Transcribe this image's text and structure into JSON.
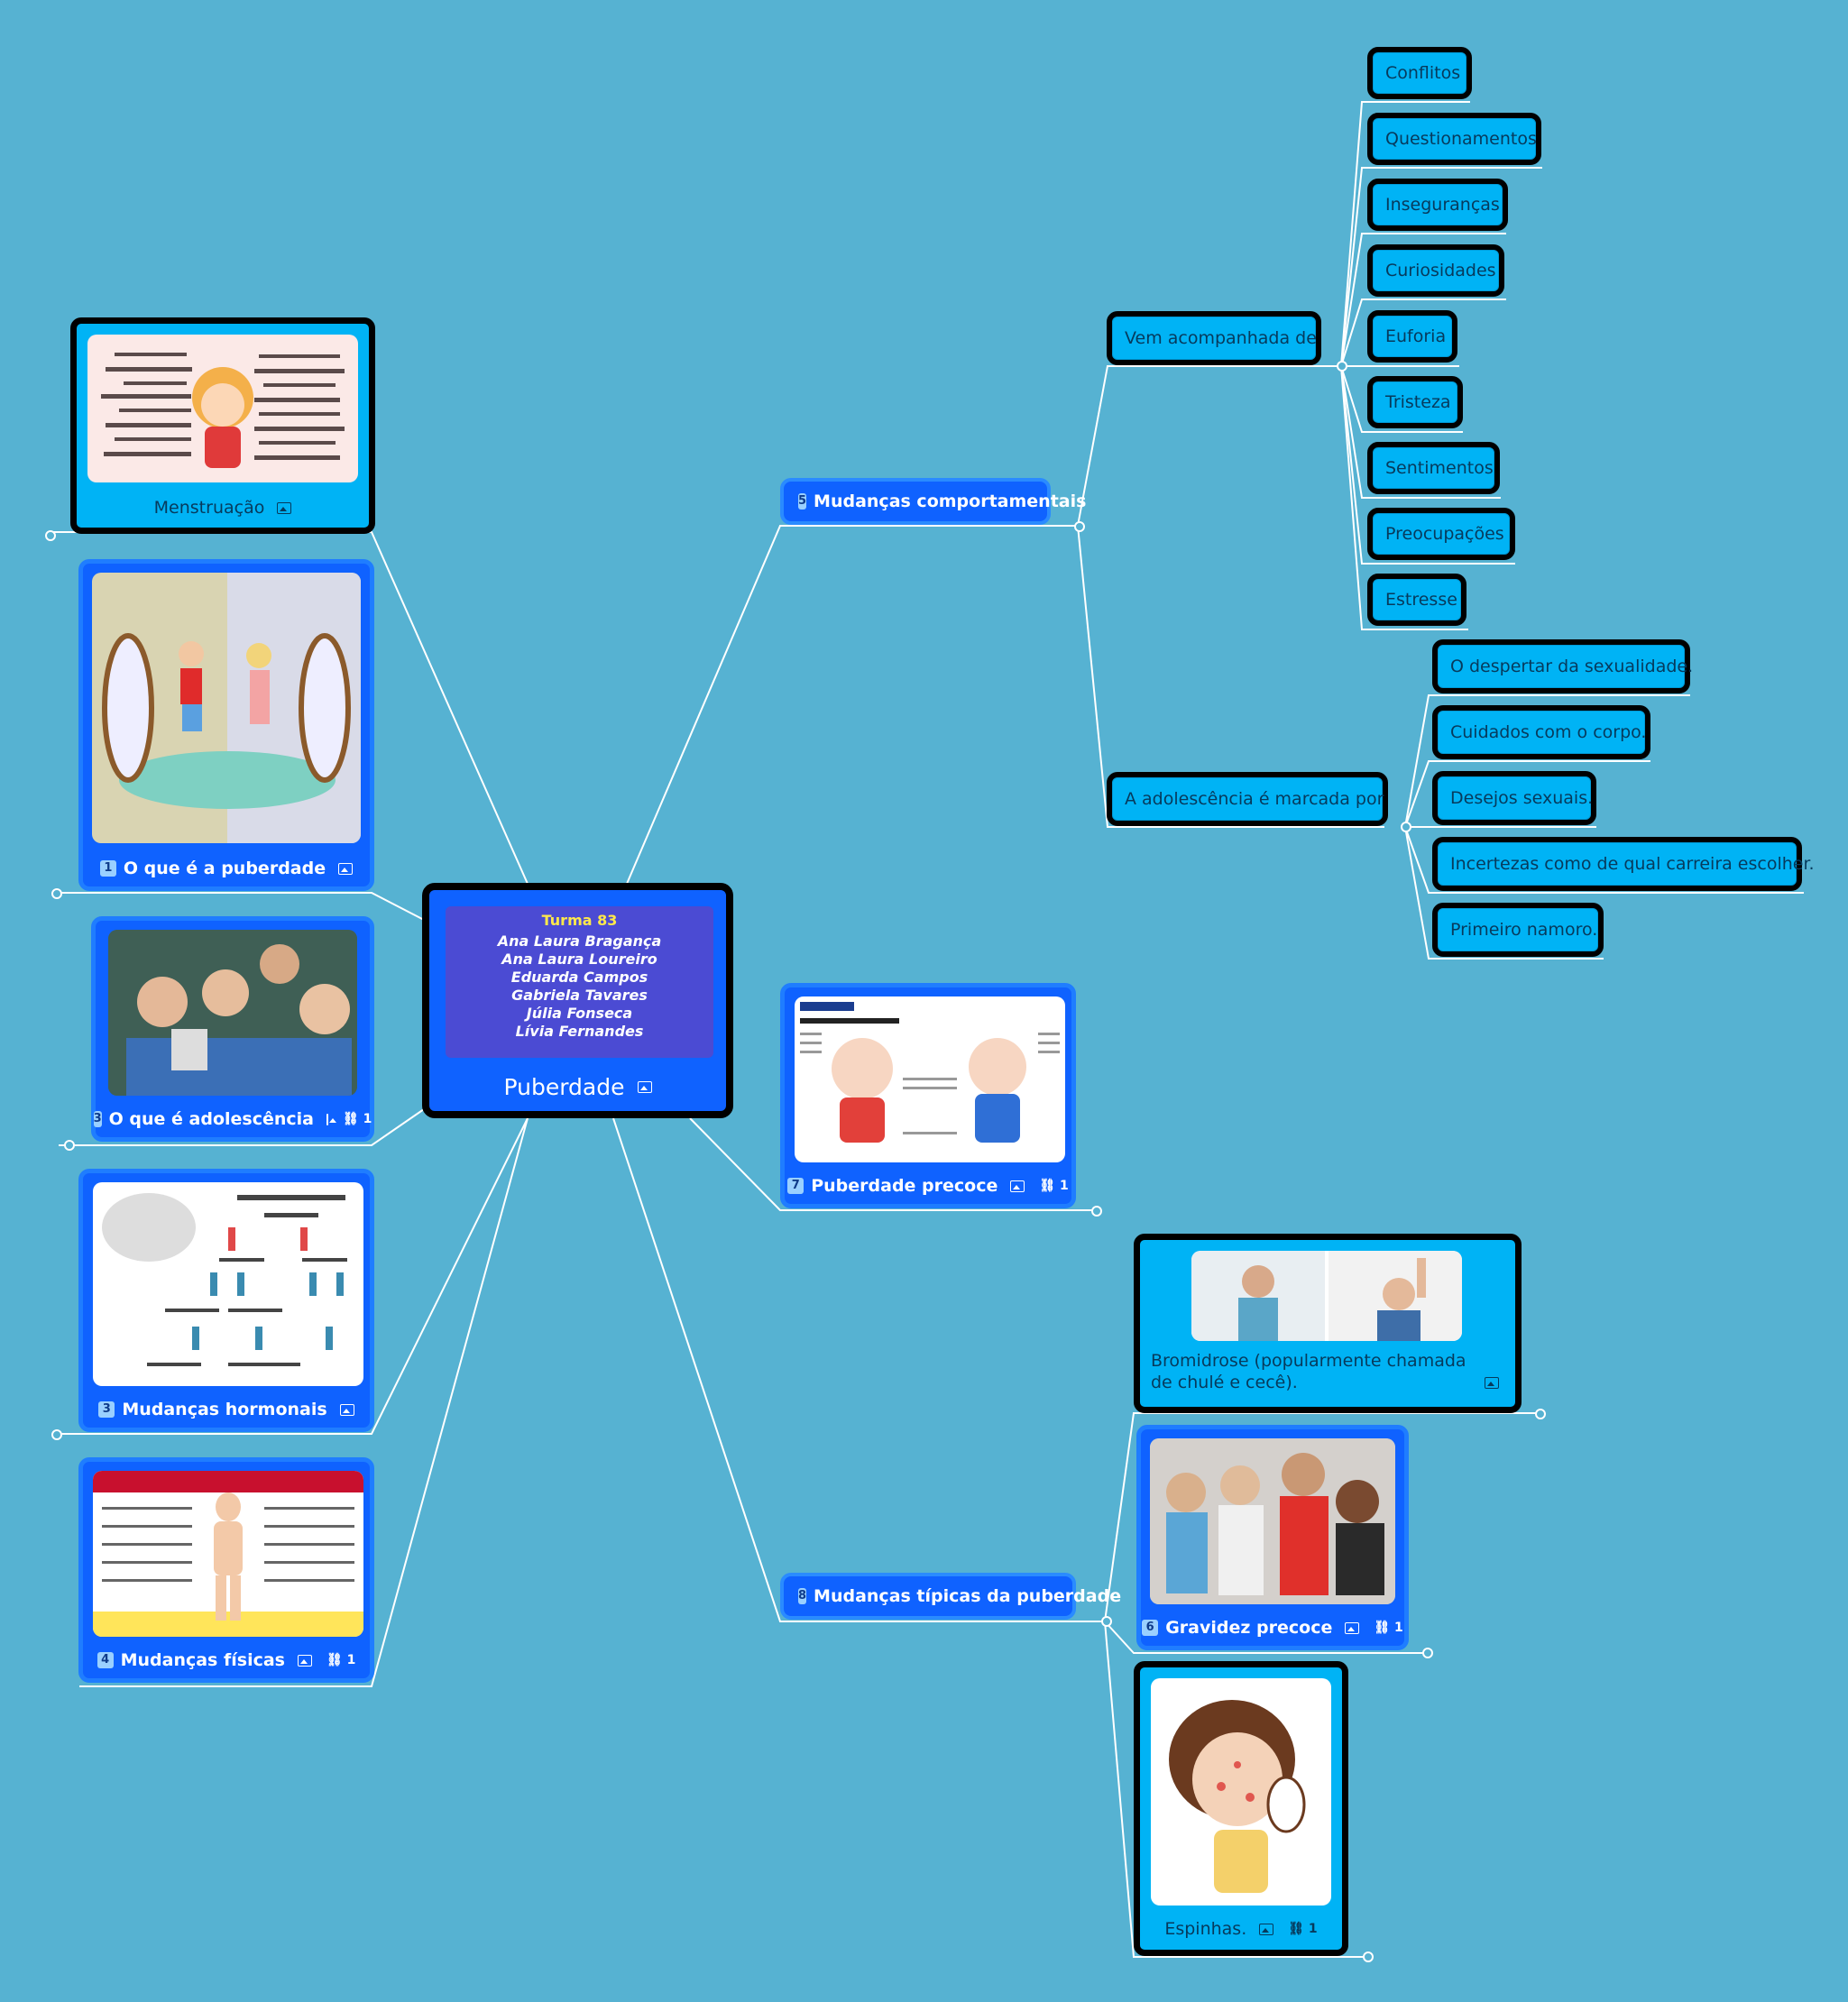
{
  "central": {
    "title": "Puberdade",
    "group": "Turma 83",
    "members": [
      "Ana Laura Bragança",
      "Ana Laura Loureiro",
      "Eduarda Campos",
      "Gabriela Tavares",
      "Júlia Fonseca",
      "Lívia Fernandes"
    ]
  },
  "left": {
    "menstruacao": {
      "label": "Menstruação"
    },
    "puberdade": {
      "num": "1",
      "label": "O que é a puberdade"
    },
    "adolescencia": {
      "num": "3",
      "label": "O que é adolescência",
      "links": "1"
    },
    "hormonais": {
      "num": "3",
      "label": "Mudanças hormonais"
    },
    "fisicas": {
      "num": "4",
      "label": "Mudanças físicas",
      "links": "1"
    }
  },
  "right": {
    "comportamentais": {
      "num": "5",
      "label": "Mudanças comportamentais"
    },
    "vem": {
      "label": "Vem acompanhada de",
      "items": [
        "Conflitos",
        "Questionamentos",
        "Inseguranças",
        "Curiosidades",
        "Euforia",
        "Tristeza",
        "Sentimentos",
        "Preocupações",
        "Estresse"
      ]
    },
    "marcada": {
      "label": "A adolescência  é marcada por",
      "items": [
        "O despertar da sexualidade.",
        "Cuidados com o corpo.",
        "Desejos sexuais.",
        "Incertezas como de qual carreira escolher.",
        "Primeiro namoro."
      ]
    },
    "precoce": {
      "num": "7",
      "label": "Puberdade precoce",
      "links": "1"
    },
    "tipicas": {
      "num": "8",
      "label": "Mudanças típicas da puberdade"
    },
    "bromidrose": {
      "label": "Bromidrose (popularmente chamada de chulé e cecê)."
    },
    "gravidez": {
      "num": "6",
      "label": "Gravidez precoce",
      "links": "1"
    },
    "espinhas": {
      "label": "Espinhas.",
      "links": "1"
    }
  },
  "colors": {
    "background": "#56b2d2",
    "topic": "#0f62ff",
    "pill": "#00b3f5",
    "border": "#000000"
  },
  "icons": [
    "image-icon",
    "link-icon",
    "number-badge-icon"
  ]
}
